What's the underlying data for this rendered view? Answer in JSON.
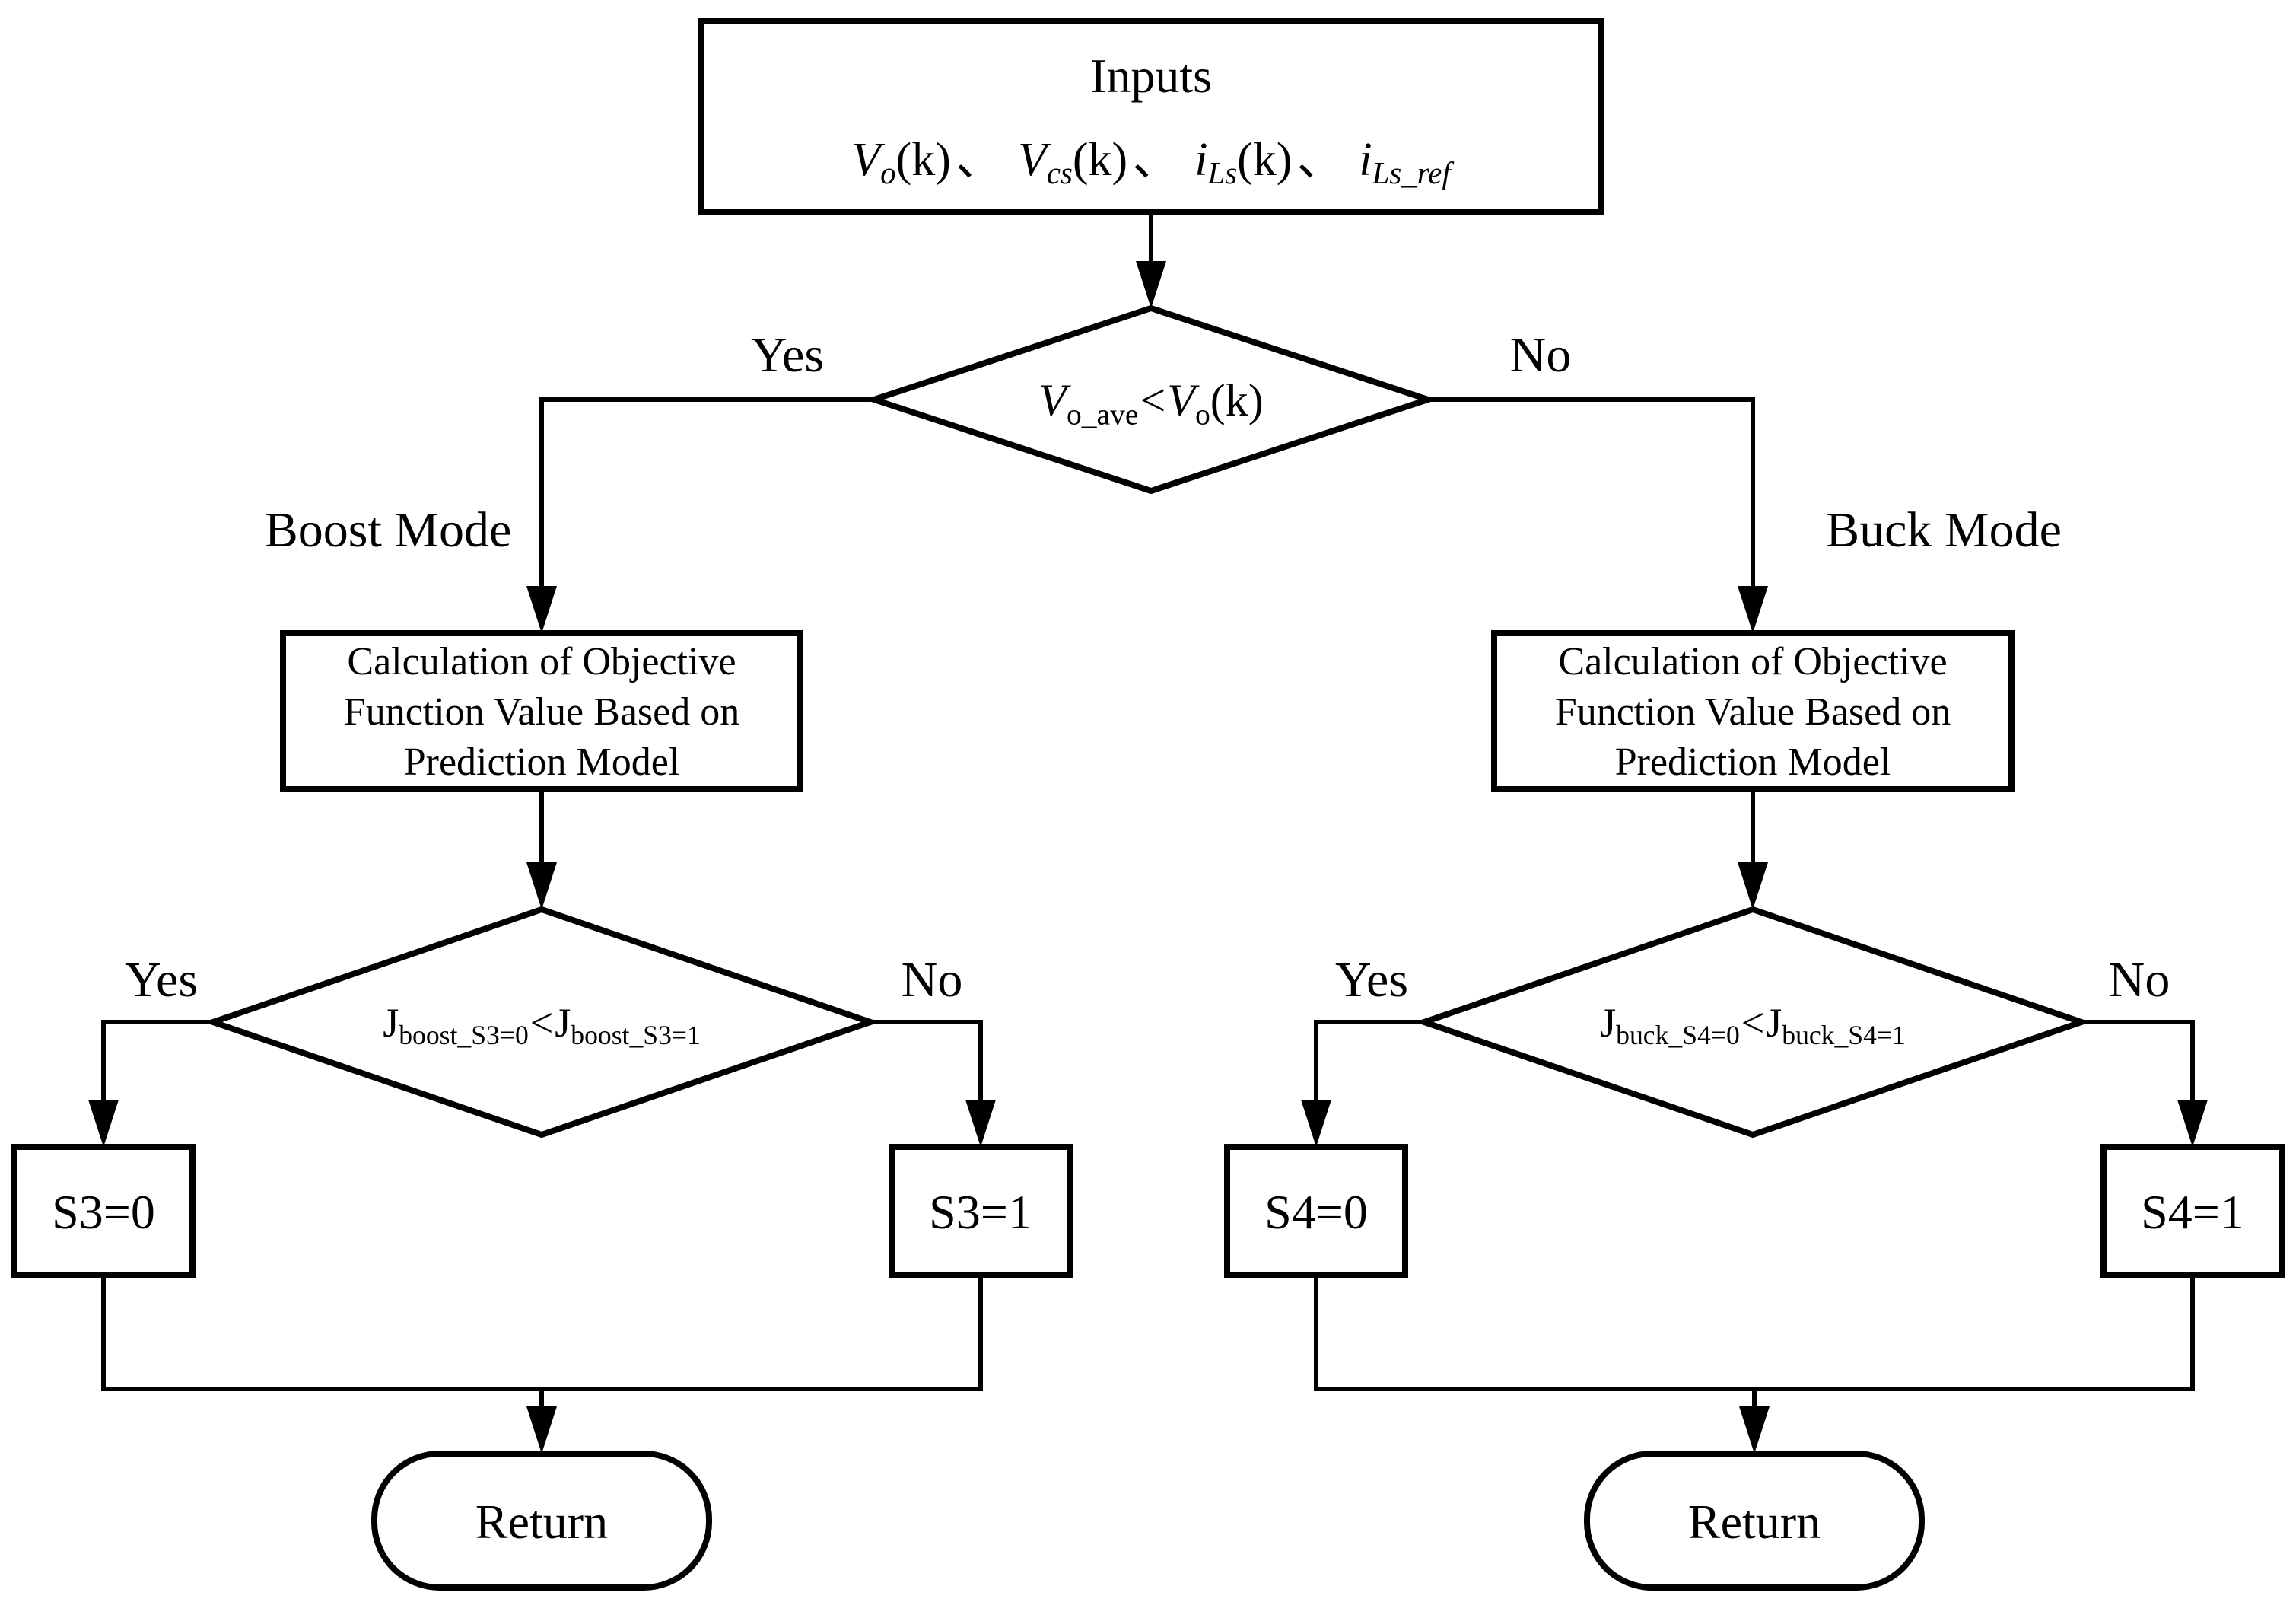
{
  "figure": {
    "background": "#ffffff",
    "line_color": "#000000",
    "text_color": "#000000"
  },
  "nodes": {
    "inputs": {
      "title": "Inputs",
      "separator": "、",
      "vars": [
        {
          "base": "V",
          "sub": "o",
          "tail": "(k)"
        },
        {
          "base": "V",
          "sub": "cs",
          "tail": "(k)"
        },
        {
          "base": "i",
          "sub": "Ls",
          "tail": "(k)"
        },
        {
          "base": "i",
          "sub": "Ls_ref",
          "tail": ""
        }
      ]
    },
    "mode_decision": {
      "lhs_base": "V",
      "lhs_sub": "o_ave",
      "op": "<",
      "rhs_base": "V",
      "rhs_sub": "o",
      "rhs_tail": "(k)"
    },
    "boost_calc": {
      "lines": [
        "Calculation of Objective",
        "Function Value Based on",
        "Prediction Model"
      ]
    },
    "buck_calc": {
      "lines": [
        "Calculation of Objective",
        "Function Value Based on",
        "Prediction Model"
      ]
    },
    "boost_decision": {
      "lhs_base": "J",
      "lhs_sub": "boost_S3=0",
      "op": "<",
      "rhs_base": "J",
      "rhs_sub": "boost_S3=1"
    },
    "buck_decision": {
      "lhs_base": "J",
      "lhs_sub": "buck_S4=0",
      "op": "<",
      "rhs_base": "J",
      "rhs_sub": "buck_S4=1"
    },
    "s3_zero": {
      "label": "S3=0"
    },
    "s3_one": {
      "label": "S3=1"
    },
    "s4_zero": {
      "label": "S4=0"
    },
    "s4_one": {
      "label": "S4=1"
    },
    "return_boost": {
      "label": "Return"
    },
    "return_buck": {
      "label": "Return"
    }
  },
  "edge_labels": {
    "mode_yes": "Yes",
    "mode_no": "No",
    "boost_mode": "Boost Mode",
    "buck_mode": "Buck Mode",
    "boost_yes": "Yes",
    "boost_no": "No",
    "buck_yes": "Yes",
    "buck_no": "No"
  }
}
